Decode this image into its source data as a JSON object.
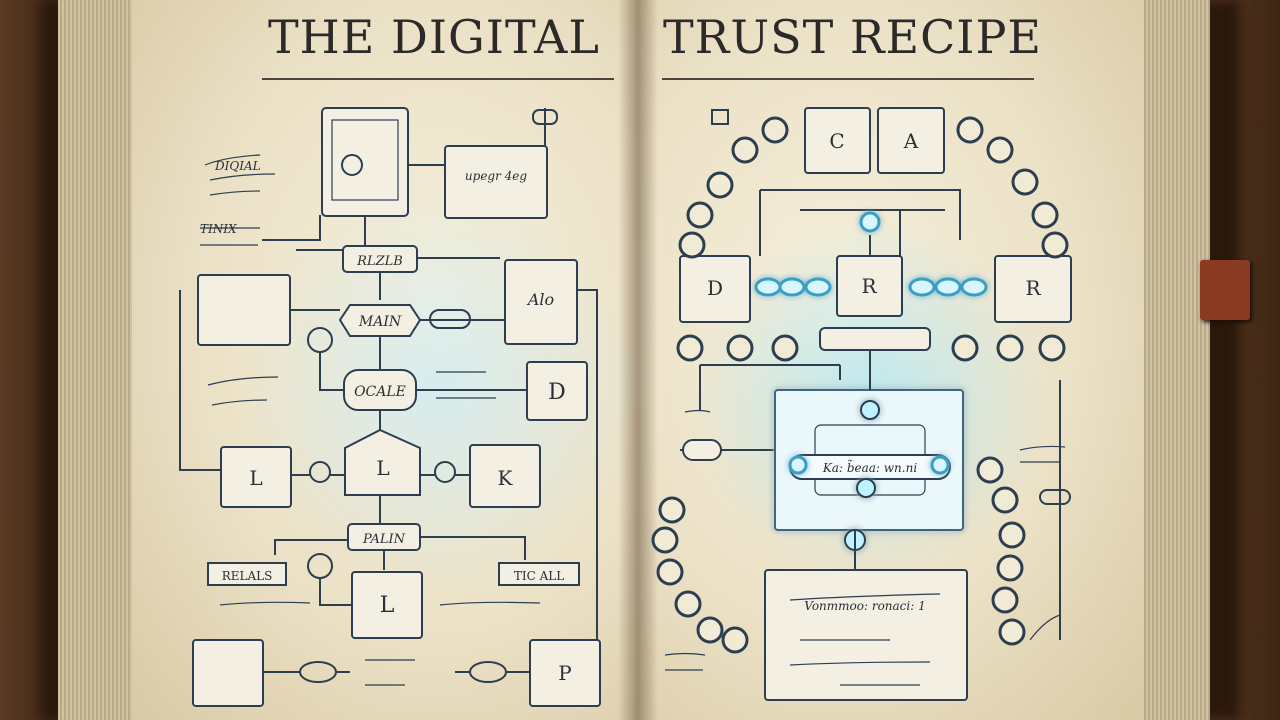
{
  "title": {
    "left": "THE  DIGITAL",
    "right": "TRUST RECIPE"
  },
  "colors": {
    "ink": "#2c3e50",
    "glow": "#7fe0ff",
    "page": "#efe6cc",
    "wood": "#4a2e1a"
  },
  "left_page": {
    "blocks": {
      "l1": "L",
      "k": "K",
      "d": "D",
      "l2": "L",
      "l3": "L",
      "p": "P"
    },
    "labels": {
      "rlzb": "RLZLB",
      "main": "MAIN",
      "ocale": "OCALE",
      "pal": "PALIN",
      "relals": "RELALS",
      "tic": "TIC ALL",
      "diqial": "DIQIAL",
      "tini": "TINIX",
      "alo": "Alo",
      "upper": "upegr 4eg"
    }
  },
  "right_page": {
    "blocks": {
      "c": "C",
      "a": "A",
      "d": "D",
      "r1": "R",
      "r2": "R"
    },
    "labels": {
      "central": "Ka: b̃eaa: wn.ni",
      "bottom": "Vonmmoo: ronaci: 1"
    }
  }
}
